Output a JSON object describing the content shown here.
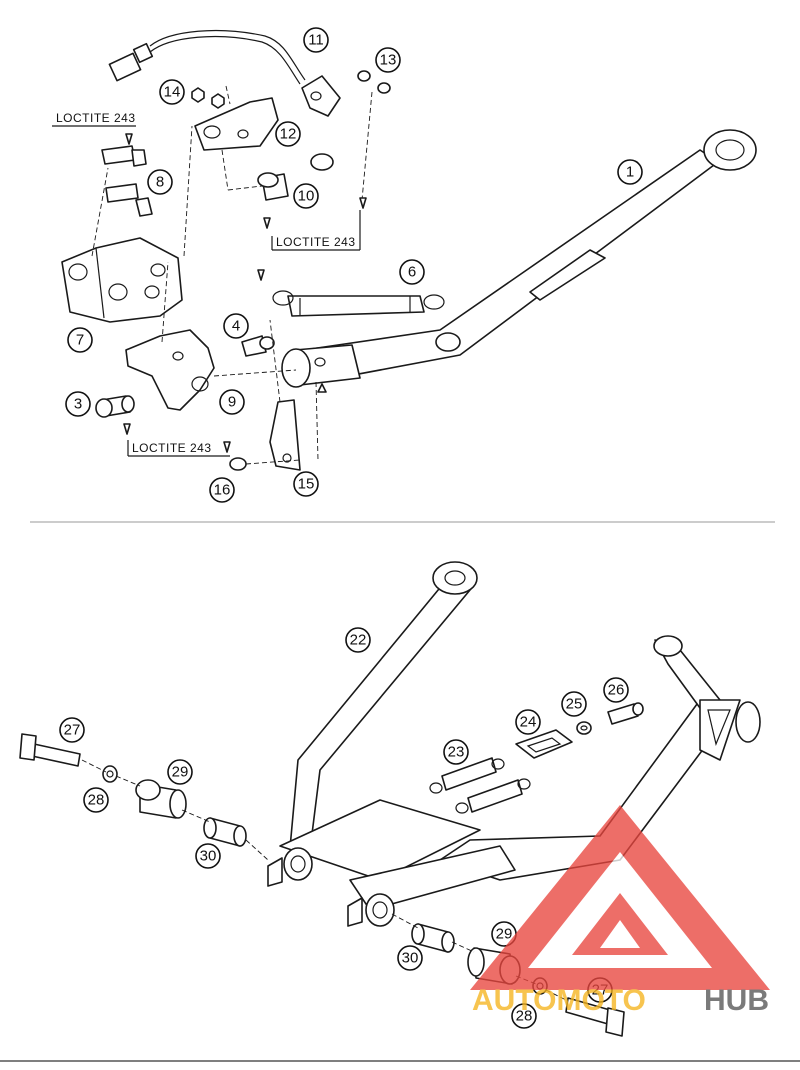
{
  "loctite_label": "LOCTITE 243",
  "callouts": {
    "c1": "1",
    "c3": "3",
    "c4": "4",
    "c6": "6",
    "c7": "7",
    "c8": "8",
    "c9": "9",
    "c10": "10",
    "c11": "11",
    "c12": "12",
    "c13": "13",
    "c14": "14",
    "c15": "15",
    "c16": "16",
    "c22": "22",
    "c23": "23",
    "c24": "24",
    "c25": "25",
    "c26": "26",
    "c27a": "27",
    "c27b": "27",
    "c28a": "28",
    "c28b": "28",
    "c29a": "29",
    "c29b": "29",
    "c30a": "30",
    "c30b": "30"
  },
  "watermark": {
    "text_left": "AUTOMOTO",
    "text_right": "HUB",
    "color_left": "#f5b41e",
    "color_right": "#555555",
    "triangle_color": "#e8463e"
  }
}
